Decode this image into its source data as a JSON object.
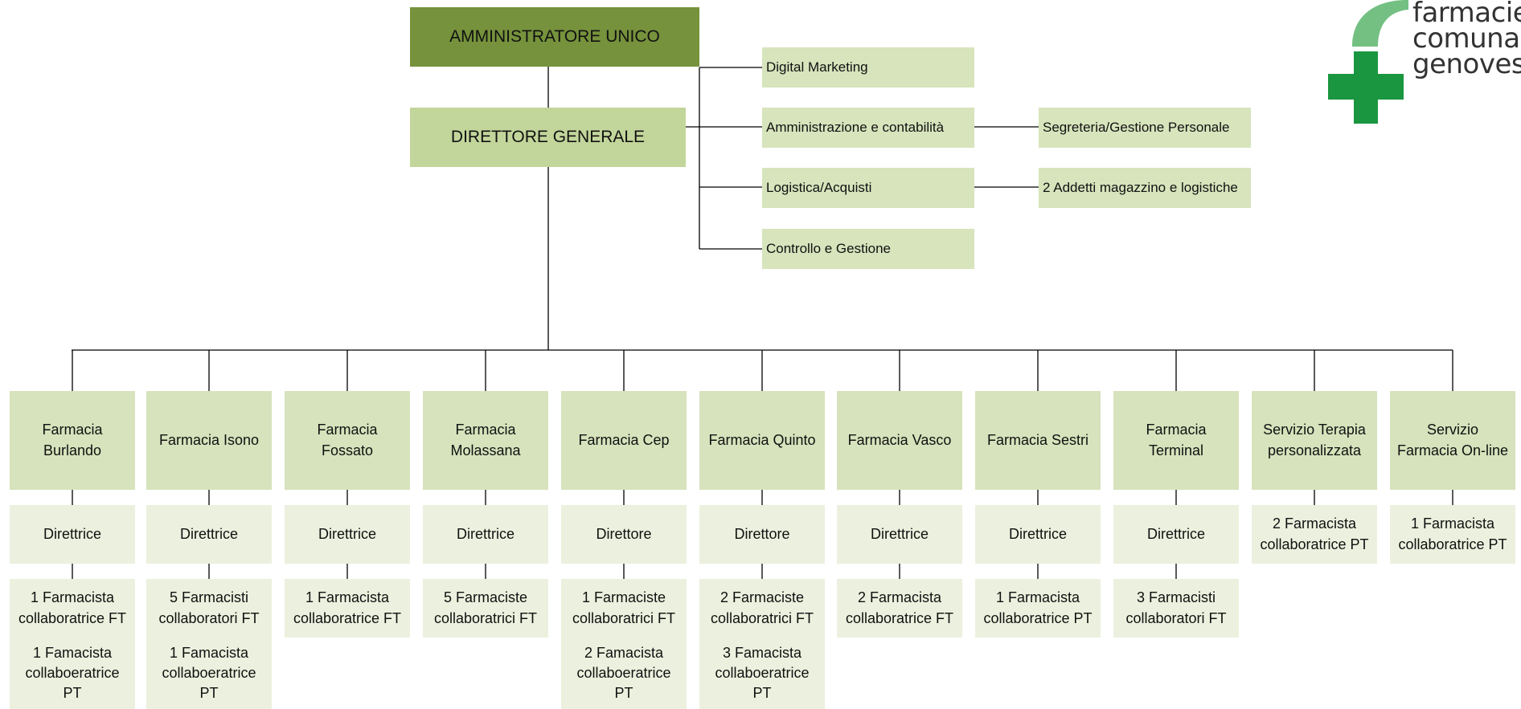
{
  "logo": {
    "lines": [
      "farmacie",
      "comunali",
      "genovesi"
    ],
    "colors": {
      "cross": "#1a9641",
      "arc": "#74c083"
    }
  },
  "top": {
    "admin": "AMMINISTRATORE UNICO",
    "director": "DIRETTORE GENERALE"
  },
  "staff": {
    "digital": "Digital Marketing",
    "admin_acc": "Amministrazione e contabilità",
    "logistics": "Logistica/Acquisti",
    "control": "Controllo e Gestione",
    "secretariat": "Segreteria/Gestione Personale",
    "warehouse": "2 Addetti magazzino e logistiche"
  },
  "branches": [
    {
      "name": "Farmacia Burlando",
      "head": "Direttrice",
      "staff1": "1 Farmacista collaboratrice FT",
      "staff2": "1 Famacista collaboeratrice PT"
    },
    {
      "name": "Farmacia Isono",
      "head": "Direttrice",
      "staff1": "5 Farmacisti collaboratori FT",
      "staff2": "1 Famacista collaboeratrice PT"
    },
    {
      "name": "Farmacia Fossato",
      "head": "Direttrice",
      "staff1": "1 Farmacista collaboratrice FT"
    },
    {
      "name": "Farmacia Molassana",
      "head": "Direttrice",
      "staff1": "5 Farmaciste collaboratrici FT"
    },
    {
      "name": "Farmacia Cep",
      "head": "Direttore",
      "staff1": "1 Farmaciste collaboratrici FT",
      "staff2": "2 Famacista collaboeratrice PT"
    },
    {
      "name": "Farmacia Quinto",
      "head": "Direttore",
      "staff1": "2 Farmaciste collaboratrici FT",
      "staff2": "3 Famacista collaboeratrice PT"
    },
    {
      "name": "Farmacia Vasco",
      "head": "Direttrice",
      "staff1": "2 Farmacista collaboratrice FT"
    },
    {
      "name": "Farmacia Sestri",
      "head": "Direttrice",
      "staff1": "1 Farmacista collaboratrice PT"
    },
    {
      "name": "Farmacia Terminal",
      "head": "Direttrice",
      "staff1": "3 Farmacisti collaboratori FT"
    },
    {
      "name": "Servizio Terapia personalizzata",
      "head": "2 Farmacista collaboratrice PT"
    },
    {
      "name": "Servizio Farmacia On-line",
      "head": "1 Farmacista collaboratrice PT"
    }
  ]
}
